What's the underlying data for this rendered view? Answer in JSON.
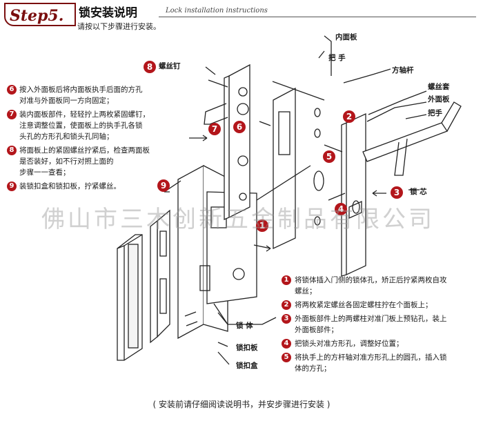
{
  "header": {
    "step": "Step5.",
    "title": "锁安装说明",
    "title_en": "Lock installation instructions",
    "subtitle": "请按以下步骤进行安装。"
  },
  "labels": {
    "inner_panel": "内面板",
    "handle_top": "把 手",
    "spindle": "方轴杆",
    "screw_sleeve": "螺丝套",
    "outer_panel": "外面板",
    "handle_right": "把手",
    "screw_nail": "螺丝钉",
    "lock_core": "锁 芯",
    "lock_body": "锁 体",
    "strike_plate": "锁扣板",
    "strike_box": "锁扣盒"
  },
  "left_steps": [
    {
      "num": "6",
      "lines": [
        "按入外面板后将内面板执手后面的方孔",
        "对准与外面板同一方向固定；"
      ]
    },
    {
      "num": "7",
      "lines": [
        "装内面板部件，轻轻拧上两枚紧固螺钉，",
        "注意调整位置，使面板上的执手孔各锁",
        "头孔的方形孔和锁头孔同轴；"
      ]
    },
    {
      "num": "8",
      "lines": [
        "将面板上的紧固螺丝拧紧后，检查两面板",
        "是否装好，如不行对照上面的",
        "步骤一一查看；"
      ]
    },
    {
      "num": "9",
      "lines": [
        "装锁扣盒和锁扣板，拧紧螺丝。"
      ]
    }
  ],
  "bottom_steps": [
    {
      "num": "1",
      "lines": [
        "将锁体插入门侧的锁体孔，矫正后拧紧两枚自攻",
        "螺丝；"
      ]
    },
    {
      "num": "2",
      "lines": [
        "将两枚紧定螺丝各固定螺柱拧在个面板上；"
      ]
    },
    {
      "num": "3",
      "lines": [
        "外面板部件上的两螺柱对准门板上预钻孔，装上",
        "外面板部件；"
      ]
    },
    {
      "num": "4",
      "lines": [
        "把锁头对准方形孔，调整好位置；"
      ]
    },
    {
      "num": "5",
      "lines": [
        "将执手上的方杆轴对准方形孔上的圆孔，插入锁",
        "体的方孔；"
      ]
    }
  ],
  "diagram_numbers": [
    "1",
    "2",
    "3",
    "4",
    "5",
    "6",
    "7",
    "8",
    "9"
  ],
  "watermark": "佛山市三木创新五金制品有限公司",
  "footer": "( 安装前请仔细阅读说明书，并安步骤进行安装 )",
  "colors": {
    "accent": "#b3161b",
    "badge": "#7a0e0e"
  }
}
